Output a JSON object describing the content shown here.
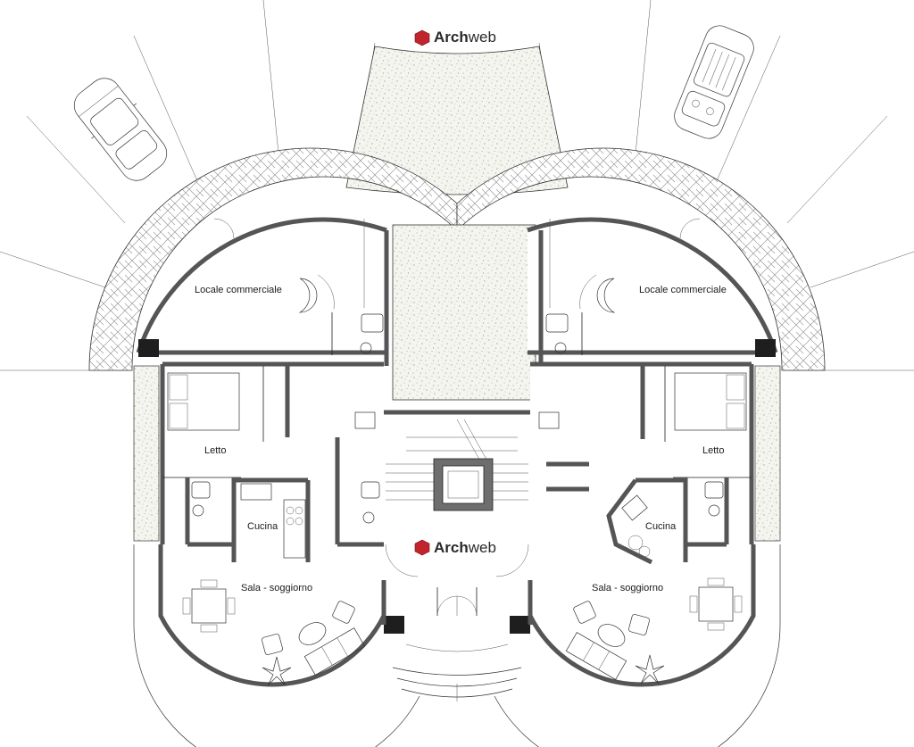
{
  "brand": {
    "name_bold": "Arch",
    "name_regular": "web",
    "logo_color": "#c0242c"
  },
  "rooms": {
    "shop_left": "Locale commerciale",
    "shop_right": "Locale commerciale",
    "bedroom_left": "Letto",
    "bedroom_right": "Letto",
    "kitchen_left": "Cucina",
    "kitchen_right": "Cucina",
    "living_left": "Sala - soggiorno",
    "living_right": "Sala - soggiorno"
  },
  "colors": {
    "wall_fill": "#6e6e6e",
    "line": "#333333",
    "garden": "#f2f4ec",
    "paving": "#ffffff"
  }
}
